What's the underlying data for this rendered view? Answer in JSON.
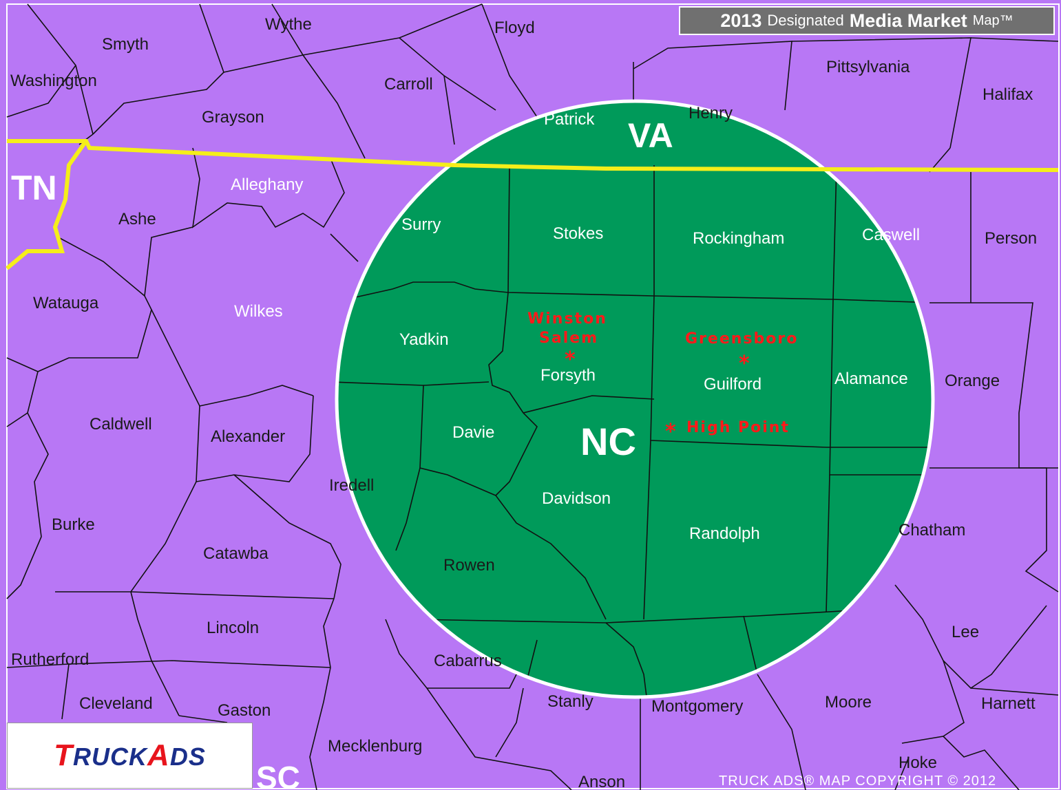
{
  "title": {
    "year": "2013",
    "designated": "Designated",
    "media_market": "Media  Market",
    "map_tm": "Map™"
  },
  "logo": {
    "part1": "T",
    "part2": "RUCK",
    "part3": "A",
    "part4": "DS"
  },
  "copyright": "TRUCK ADS® MAP COPYRIGHT © 2012",
  "colors": {
    "outside_market": "#b877f5",
    "market_area": "#009a5a",
    "state_border": "#f5ee1a",
    "circle": "#ffffff",
    "city": "#ff1a1a"
  },
  "states": {
    "va": "VA",
    "nc": "NC",
    "tn": "TN",
    "sc": "SC"
  },
  "cities": {
    "winston_line1": "Winston",
    "winston_line2": "Salem",
    "greensboro": "Greensboro",
    "high_point": "High Point",
    "star": "*"
  },
  "counties": {
    "smyth": "Smyth",
    "wythe": "Wythe",
    "floyd": "Floyd",
    "washington": "Washington",
    "carroll": "Carroll",
    "pittsylvania": "Pittsylvania",
    "halifax": "Halifax",
    "grayson": "Grayson",
    "patrick": "Patrick",
    "henry": "Henry",
    "alleghany": "Alleghany",
    "ashe": "Ashe",
    "surry": "Surry",
    "stokes": "Stokes",
    "rockingham": "Rockingham",
    "caswell": "Caswell",
    "person": "Person",
    "watauga": "Watauga",
    "wilkes": "Wilkes",
    "yadkin": "Yadkin",
    "forsyth": "Forsyth",
    "guilford": "Guilford",
    "alamance": "Alamance",
    "orange": "Orange",
    "caldwell": "Caldwell",
    "alexander": "Alexander",
    "davie": "Davie",
    "iredell": "Iredell",
    "davidson": "Davidson",
    "randolph": "Randolph",
    "chatham": "Chatham",
    "burke": "Burke",
    "catawba": "Catawba",
    "rowen": "Rowen",
    "lincoln": "Lincoln",
    "lee": "Lee",
    "rutherford": "Rutherford",
    "cabarrus": "Cabarrus",
    "cleveland": "Cleveland",
    "gaston": "Gaston",
    "stanly": "Stanly",
    "montgomery": "Montgomery",
    "moore": "Moore",
    "harnett": "Harnett",
    "mecklenburg": "Mecklenburg",
    "hoke": "Hoke",
    "anson": "Anson"
  }
}
